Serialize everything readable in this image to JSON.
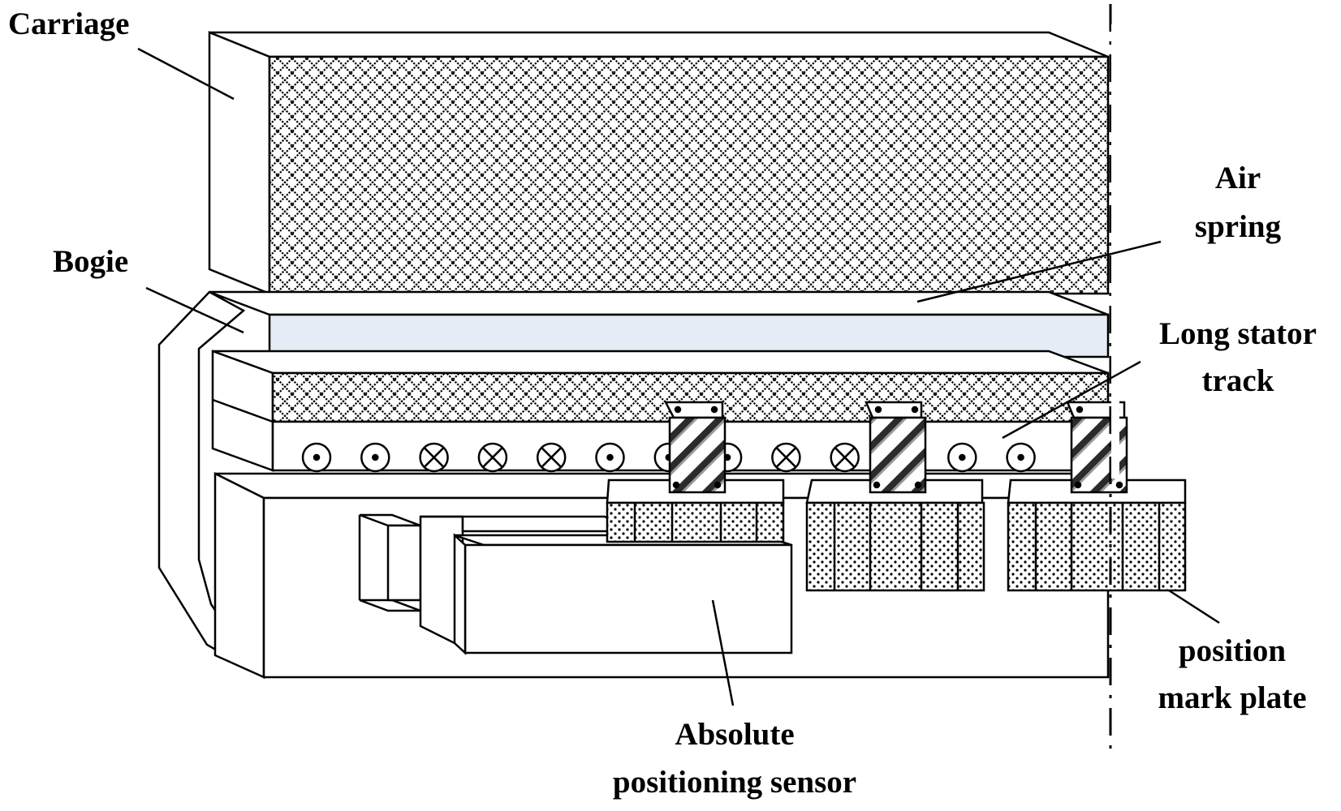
{
  "labels": {
    "carriage": "Carriage",
    "air_spring_line1": "Air",
    "air_spring_line2": "spring",
    "bogie": "Bogie",
    "long_stator_line1": "Long stator",
    "long_stator_line2": "track",
    "position_mark_line1": "position",
    "position_mark_line2": "mark plate",
    "sensor_line1": "Absolute",
    "sensor_line2": "positioning sensor"
  },
  "stator_windings": [
    "dot",
    "dot",
    "cross",
    "cross",
    "cross",
    "dot",
    "dot",
    "dot",
    "cross",
    "cross",
    "dot",
    "dot",
    "dot"
  ],
  "colors": {
    "line": "#000000",
    "bogie_fill": "#e6ecf5",
    "background": "#ffffff"
  }
}
